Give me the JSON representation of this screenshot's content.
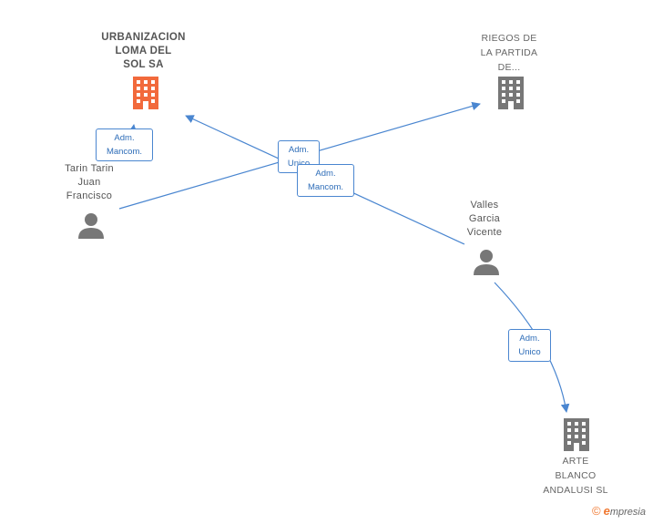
{
  "nodes": {
    "urbanizacion": {
      "lines": [
        "URBANIZACION",
        "LOMA DEL",
        "SOL SA"
      ],
      "kind": "company",
      "color": "#f26a3c"
    },
    "riegos": {
      "lines": [
        "RIEGOS DE",
        "LA PARTIDA",
        "DE..."
      ],
      "kind": "company",
      "color": "#777777"
    },
    "tarin": {
      "lines": [
        "Tarin Tarin",
        "Juan",
        "Francisco"
      ],
      "kind": "person",
      "color": "#777777"
    },
    "valles": {
      "lines": [
        "Valles",
        "Garcia",
        "Vicente"
      ],
      "kind": "person",
      "color": "#777777"
    },
    "arte": {
      "lines": [
        "ARTE",
        "BLANCO",
        "ANDALUSI SL"
      ],
      "kind": "company",
      "color": "#777777"
    }
  },
  "edges": [
    {
      "id": "tarin-urbanizacion",
      "lines": [
        "Adm.",
        "Mancom."
      ]
    },
    {
      "id": "tarin-riegos",
      "lines": [
        "Adm.",
        "Unico"
      ]
    },
    {
      "id": "valles-urbanizacion",
      "lines": [
        "Adm.",
        "Mancom."
      ]
    },
    {
      "id": "valles-arte",
      "lines": [
        "Adm.",
        "Unico"
      ]
    }
  ],
  "edge_color": "#4a86d0",
  "brand": {
    "copyright": "©",
    "initial": "e",
    "rest": "mpresia"
  }
}
